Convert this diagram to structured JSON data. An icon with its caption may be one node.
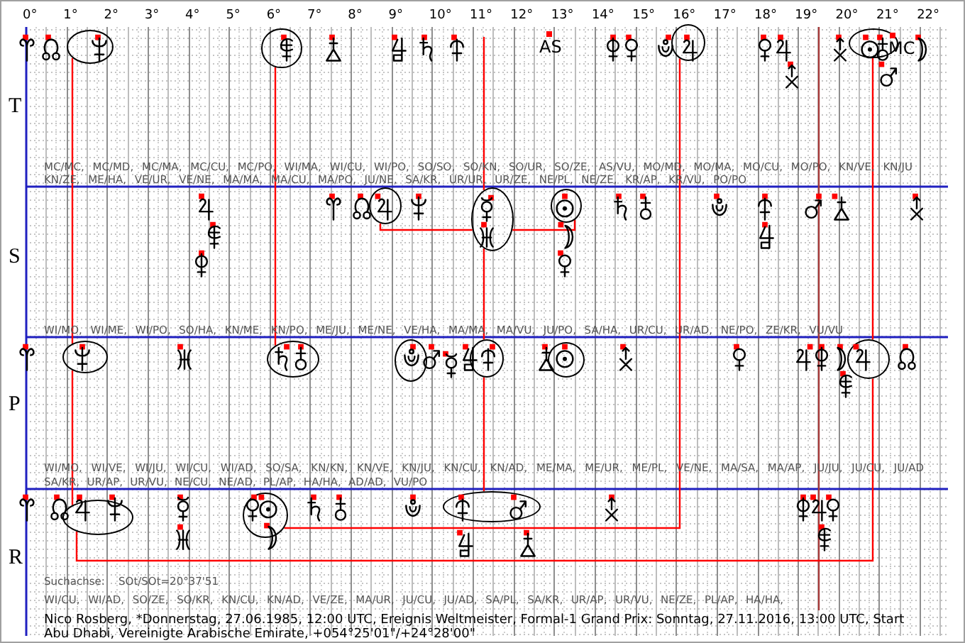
{
  "diagram": {
    "caption": "Nico Rosberg, *Donnerstag, 27.06.1985, 12:00 UTC, Ereignis Weltmeister, Formal-1 Grand Prix: Sonntag, 27.11.2016, 13:00 UTC, Start Abu Dhabi, Vereinigte Arabische Emirate, +054°25'01\"/+24°28'00\"",
    "nodes": [
      {
        "text": [],
        "shape": "ellipse"
      },
      {
        "text": [],
        "shape": "circle"
      },
      {
        "text": [],
        "shape": "ellipse"
      },
      {
        "text": [],
        "shape": "ellipse"
      },
      {
        "text": [],
        "shape": "ellipse"
      },
      {
        "text": [],
        "shape": "ellipse"
      },
      {
        "text": [],
        "shape": "ellipse"
      },
      {
        "text": [],
        "shape": "ellipse"
      },
      {
        "text": [],
        "shape": "ellipse"
      },
      {
        "text": [],
        "shape": "ellipse"
      },
      {
        "text": [],
        "shape": "ellipse"
      },
      {
        "text": [],
        "shape": "ellipse"
      },
      {
        "text": [],
        "shape": "ellipse"
      },
      {
        "text": [],
        "shape": "ellipse"
      },
      {
        "text": [],
        "shape": "ellipse"
      },
      {
        "text": [],
        "shape": "ellipse"
      }
    ],
    "edges": [
      {
        "from": 0,
        "to": 7,
        "arrow": "none"
      },
      {
        "from": 7,
        "to": 13,
        "arrow": "none"
      },
      {
        "from": 1,
        "to": 8,
        "arrow": "none"
      },
      {
        "from": 2,
        "to": 14,
        "arrow": "none"
      },
      {
        "from": 3,
        "to": 12,
        "arrow": "none"
      },
      {
        "from": 12,
        "to": 13,
        "arrow": "none"
      },
      {
        "from": null,
        "to": 5,
        "arrow": "none"
      },
      {
        "from": 5,
        "to": 10,
        "arrow": "none"
      },
      {
        "from": 10,
        "to": 15,
        "arrow": "none"
      },
      {
        "from": 4,
        "to": 5,
        "arrow": "none"
      },
      {
        "from": 5,
        "to": 6,
        "arrow": "none"
      }
    ],
    "labels": [
      "0°",
      "1°",
      "2°",
      "3°",
      "4°",
      "5°",
      "6°",
      "7°",
      "8°",
      "9°",
      "10°",
      "11°",
      "12°",
      "13°",
      "14°",
      "15°",
      "16°",
      "17°",
      "18°",
      "19°",
      "20°",
      "21°",
      "22°",
      "AS",
      "MC",
      "T",
      "MC/MC, MC/MD, MC/MA, MC/CU, MC/PO, WI/MA, WI/CU, WI/PO, SO/SO, SO/KN, SO/UR, SO/ZE, AS/VU, MO/MD, MO/MA, MO/CU, MO/PO, KN/VE, KN/JU",
      "KN/ZE, ME/HA, VE/UR, VE/NE, MA/MA, MA/CU, MA/PO, JU/NE, SA/KR, UR/UR, UR/ZE, NE/PL, NE/ZE, KR/AP, KR/VU, PO/PO",
      "S",
      "WI/MO, WI/ME, WI/PO, SO/HA, KN/ME, KN/PO, ME/JU, ME/NE, VE/HA, MA/MA, MA/VU, JU/PO, SA/HA, UR/CU, UR/AD, NE/PO, ZE/KR, VU/VU",
      "P",
      "WI/MO, WI/VE, WI/JU, WI/CU, WI/AD, SO/SA, KN/KN, KN/VE, KN/JU, KN/CU, KN/AD, ME/MA, ME/UR, ME/PL, VE/NE, MA/SA, MA/AP, JU/JU, JU/CU, JU/AD",
      "SA/KR, UR/AP, UR/VU, NE/CU, NE/AD, PL/AP, HA/HA, AD/AD, VU/PO",
      "R",
      "Suchachse: SOt/SOt=20°37'51",
      "WI/CU, WI/AD, SO/ZE, SO/KR, KN/CU, KN/AD, VE/ZE, MA/UR, JU/CU, JU/AD, SA/PL, SA/KR, UR/AP, UR/VU, NE/ZE, PL/AP, HA/HA,"
    ]
  }
}
